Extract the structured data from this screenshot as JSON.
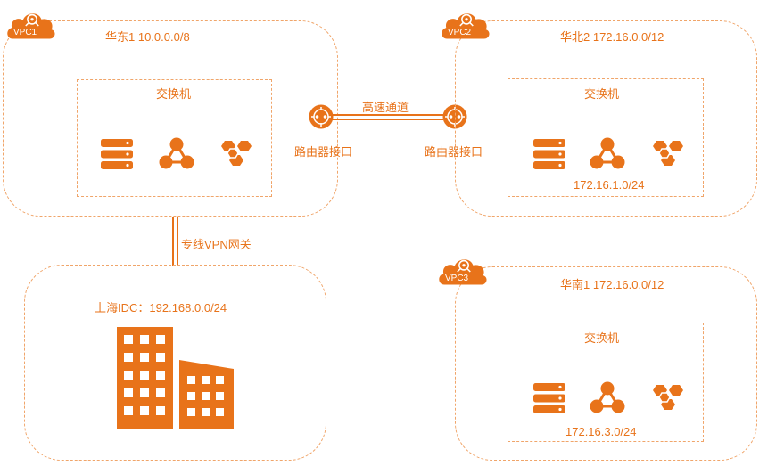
{
  "vpc1": {
    "badge": "VPC1",
    "title": "华东1 10.0.0.0/8",
    "switch_label": "交换机",
    "subnet": ""
  },
  "vpc2": {
    "badge": "VPC2",
    "title": "华北2 172.16.0.0/12",
    "switch_label": "交换机",
    "subnet": "172.16.1.0/24"
  },
  "vpc3": {
    "badge": "VPC3",
    "title": "华南1 172.16.0.0/12",
    "switch_label": "交换机",
    "subnet": "172.16.3.0/24"
  },
  "links": {
    "express_connect": "高速通道",
    "router_left": "路由器接口",
    "router_right": "路由器接口",
    "vpn": "专线VPN网关"
  },
  "idc": {
    "title": "上海IDC：192.168.0.0/24"
  },
  "colors": {
    "accent": "#e8731a",
    "accent_light": "#f0a56a"
  },
  "icons": [
    "cloud-badge-icon",
    "server-icon",
    "hub-icon",
    "security-cluster-icon",
    "router-icon",
    "building-icon"
  ]
}
